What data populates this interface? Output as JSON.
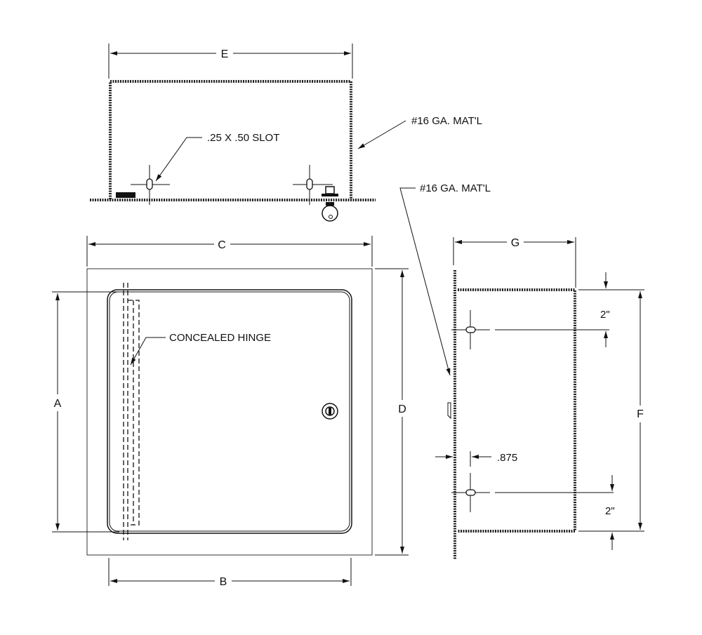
{
  "top_view": {
    "dimension_label": "E",
    "slot_callout": ".25  X .50 SLOT",
    "material_callout": "#16 GA. MAT'L"
  },
  "front_view": {
    "width_outer_label": "C",
    "width_door_label": "B",
    "height_door_label": "A",
    "height_outer_label": "D",
    "hinge_callout": "CONCEALED HINGE"
  },
  "side_view": {
    "depth_label": "G",
    "height_label": "F",
    "material_callout": "#16 GA. MAT'L",
    "top_offset": "2\"",
    "bottom_offset": "2\"",
    "slot_offset": ".875"
  }
}
